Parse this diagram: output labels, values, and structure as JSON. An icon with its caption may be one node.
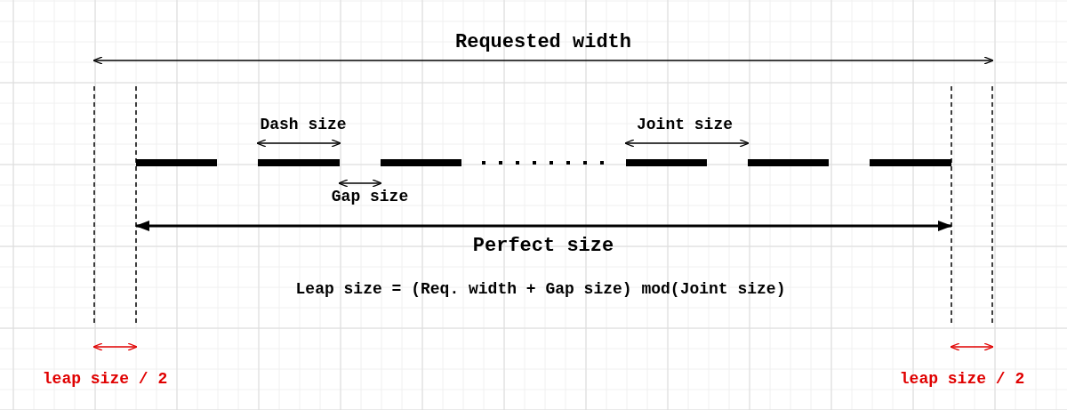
{
  "diagram": {
    "labels": [
      "Requested width",
      "Dash size",
      "Joint size",
      "Gap size",
      "Perfect size",
      "Leap size = (Req. width + Gap size) mod(Joint size)",
      "leap size / 2",
      "leap size / 2"
    ]
  }
}
